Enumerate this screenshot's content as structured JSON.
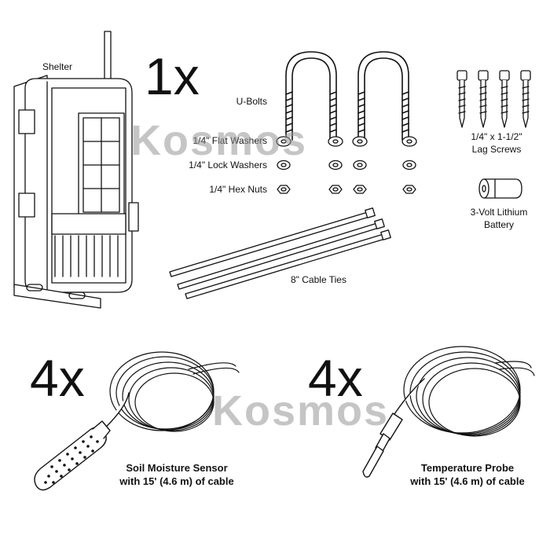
{
  "colors": {
    "ink": "#111111",
    "watermark": "#969696",
    "background": "#ffffff"
  },
  "watermark": {
    "text": "Kosmos"
  },
  "quantities": {
    "kit": "1x",
    "soil_sensors": "4x",
    "temp_probes": "4x"
  },
  "hardware": {
    "shelter": "Shelter",
    "u_bolts": "U-Bolts",
    "flat_washers": "1/4\" Flat Washers",
    "lock_washers": "1/4\" Lock Washers",
    "hex_nuts": "1/4\" Hex Nuts",
    "lag_screws_line1": "1/4\" x 1-1/2\"",
    "lag_screws_line2": "Lag Screws",
    "battery_line1": "3-Volt Lithium",
    "battery_line2": "Battery",
    "cable_ties": "8\" Cable Ties"
  },
  "sensors": {
    "soil_line1": "Soil Moisture Sensor",
    "soil_line2": "with 15' (4.6 m) of cable",
    "temp_line1": "Temperature Probe",
    "temp_line2": "with 15' (4.6 m) of cable"
  },
  "icons": [
    "shelter-illustration",
    "u-bolt-icon",
    "washer-icon",
    "hex-nut-icon",
    "lag-screw-icon",
    "battery-icon",
    "cable-tie-icon",
    "soil-moisture-sensor-icon",
    "temperature-probe-icon",
    "cable-coil-icon"
  ]
}
